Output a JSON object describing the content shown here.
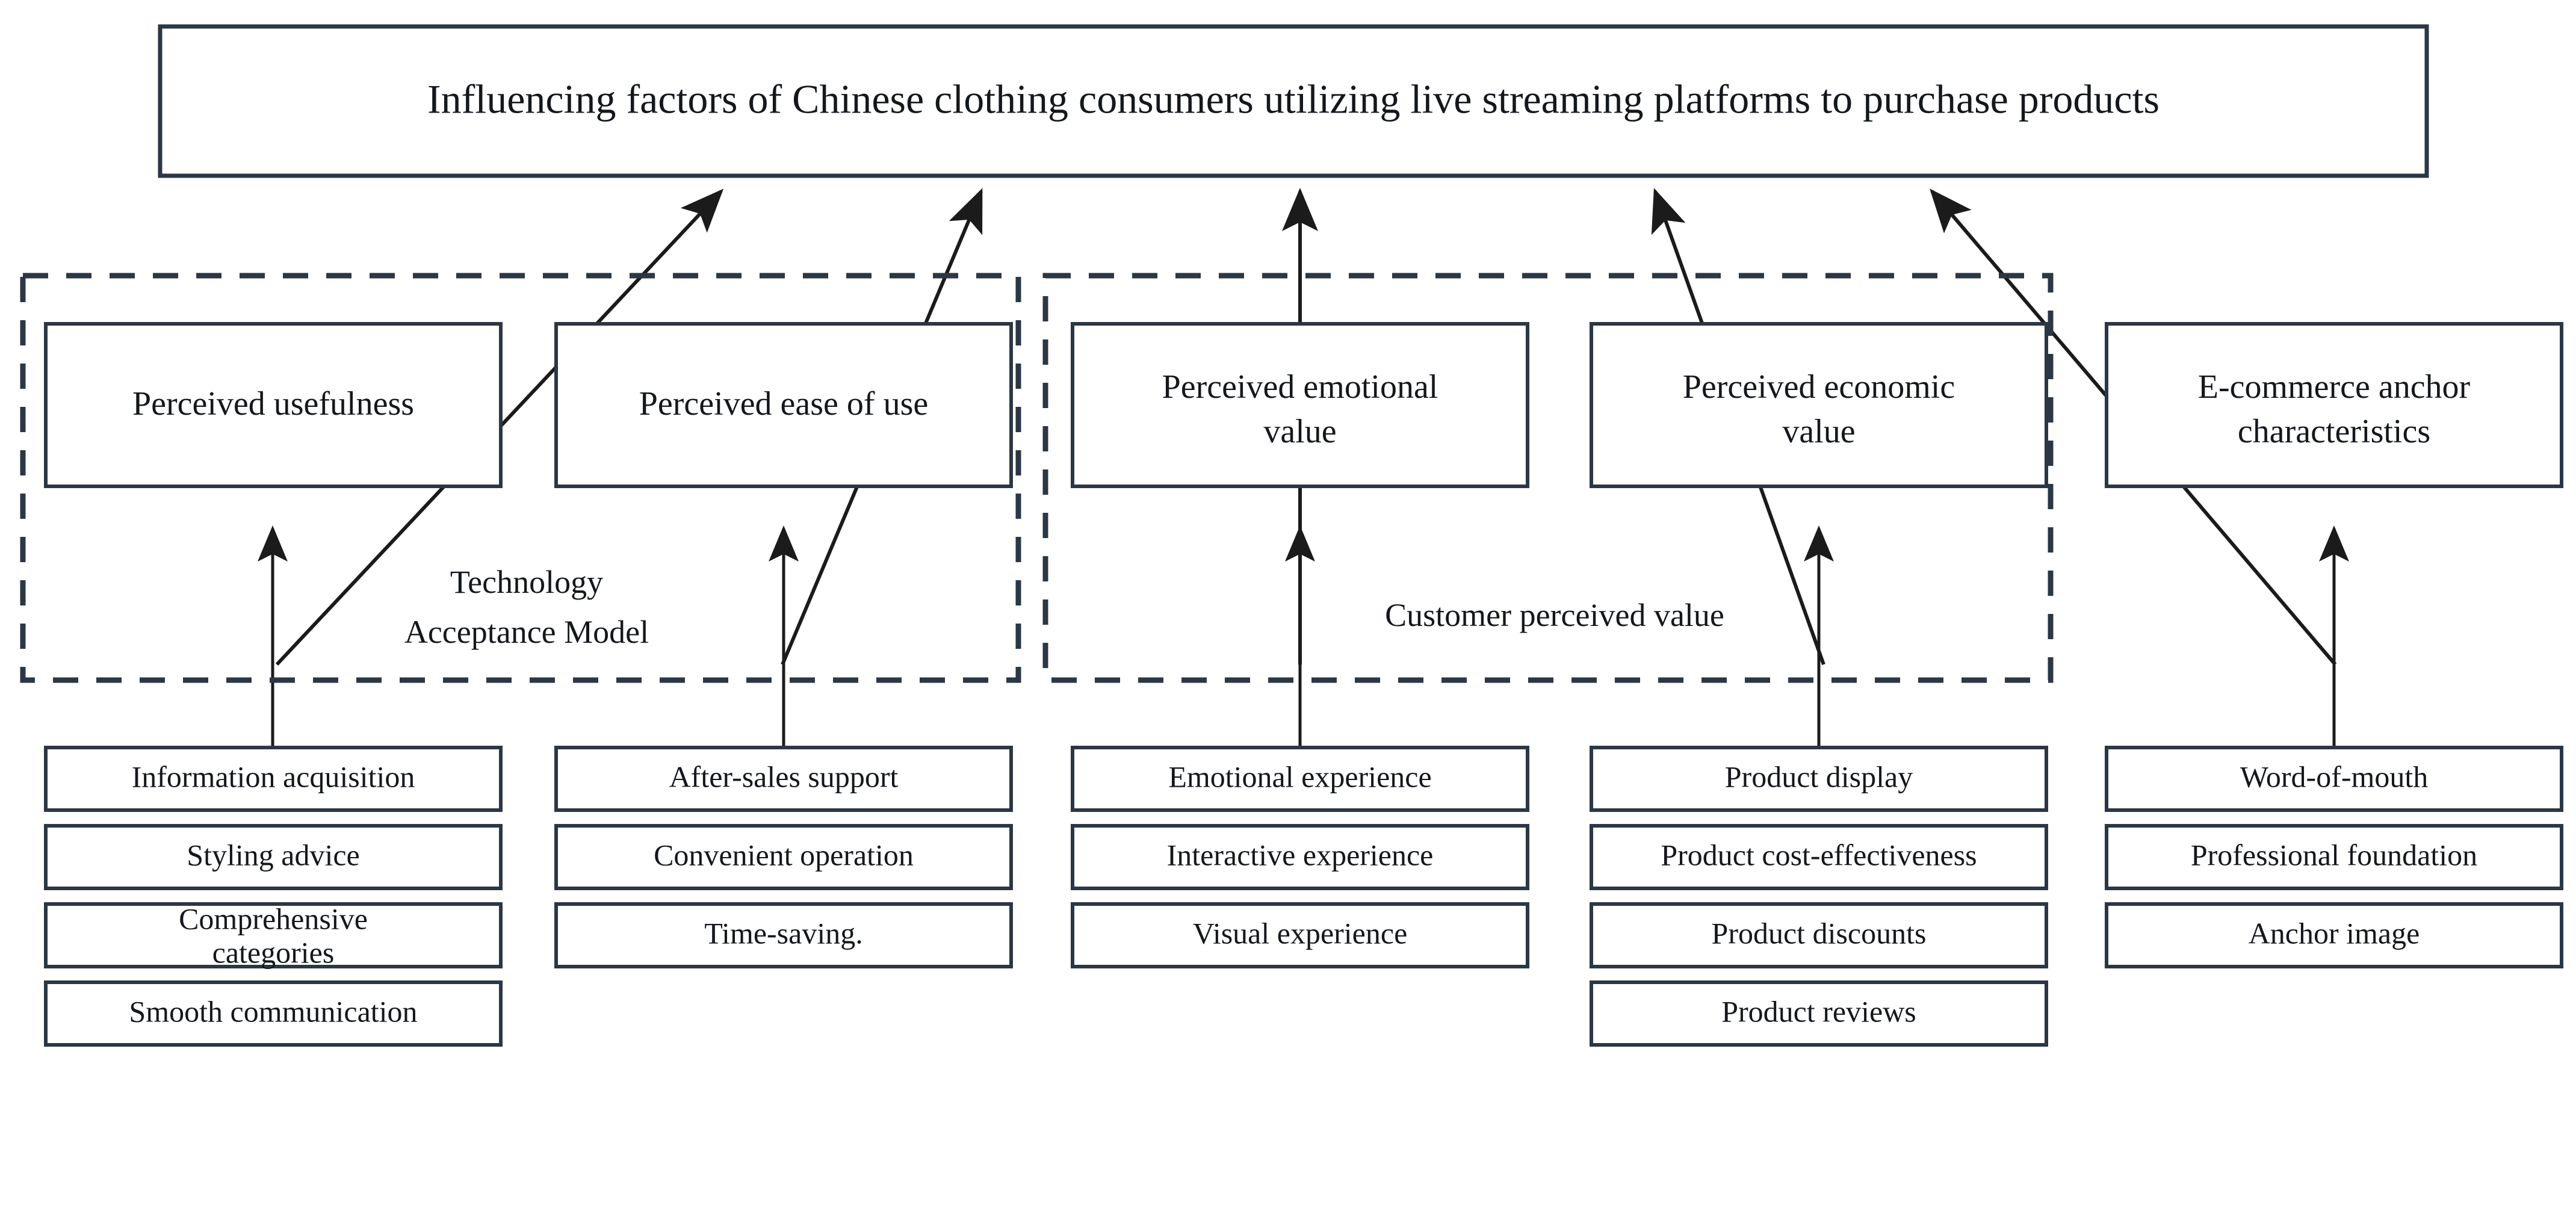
{
  "diagram": {
    "type": "hierarchy-flowchart",
    "orientation": "bottom-up",
    "colors": {
      "box_stroke": "#2b3744",
      "line": "#1b1b1b",
      "background": "#ffffff",
      "text": "#14181d"
    },
    "root": {
      "label": "Influencing factors of Chinese clothing consumers utilizing live streaming platforms to purchase products"
    },
    "groups": [
      {
        "id": "technology-acceptance-model",
        "label_line1": "Technology",
        "label_line2": "Acceptance Model",
        "style": "dashed"
      },
      {
        "id": "customer-perceived-value",
        "label_line1": "Customer perceived value",
        "label_line2": "",
        "style": "dashed"
      }
    ],
    "constructs": [
      {
        "id": "perceived-usefulness",
        "line1": "Perceived usefulness",
        "line2": "",
        "group": "technology-acceptance-model",
        "indicators": [
          "Information acquisition",
          "Styling advice",
          "Comprehensive|categories",
          "Smooth communication"
        ]
      },
      {
        "id": "perceived-ease-of-use",
        "line1": "Perceived ease of use",
        "line2": "",
        "group": "technology-acceptance-model",
        "indicators": [
          "After-sales support",
          "Convenient operation",
          "Time-saving."
        ]
      },
      {
        "id": "perceived-emotional-value",
        "line1": "Perceived emotional",
        "line2": "value",
        "group": "customer-perceived-value",
        "indicators": [
          "Emotional experience",
          "Interactive experience",
          "Visual experience"
        ]
      },
      {
        "id": "perceived-economic-value",
        "line1": "Perceived economic",
        "line2": "value",
        "group": "customer-perceived-value",
        "indicators": [
          "Product display",
          "Product cost-effectiveness",
          "Product discounts",
          "Product reviews"
        ]
      },
      {
        "id": "e-commerce-anchor-characteristics",
        "line1": "E-commerce anchor",
        "line2": "characteristics",
        "group": null,
        "indicators": [
          "Word-of-mouth",
          "Professional foundation",
          "Anchor image"
        ]
      }
    ]
  }
}
